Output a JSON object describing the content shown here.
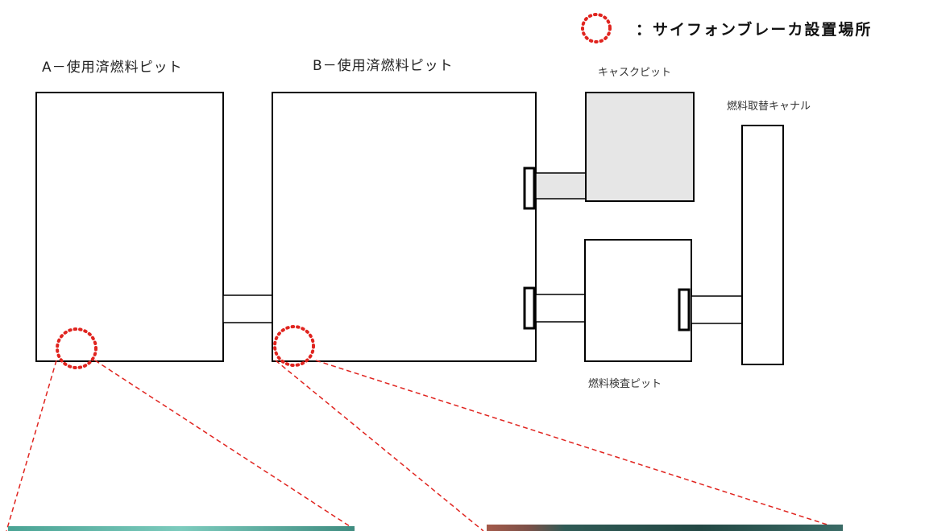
{
  "legend": {
    "label": "：サイフォンブレーカ設置場所",
    "marker_color": "#e0241f"
  },
  "pits": {
    "a_pit": "A－使用済燃料ピット",
    "b_pit": "B－使用済燃料ピット",
    "cask_pit": "キャスクピット",
    "fuel_transfer_canal": "燃料取替キャナル",
    "fuel_inspection_pit": "燃料検査ピット"
  },
  "colors": {
    "outline": "#000000",
    "cask_fill": "#e6e6e6",
    "zoom_line": "#e0241f",
    "photo_left": "#5fb8a8",
    "photo_right": "#2f5a55",
    "photo_accent": "#a45a4a"
  }
}
